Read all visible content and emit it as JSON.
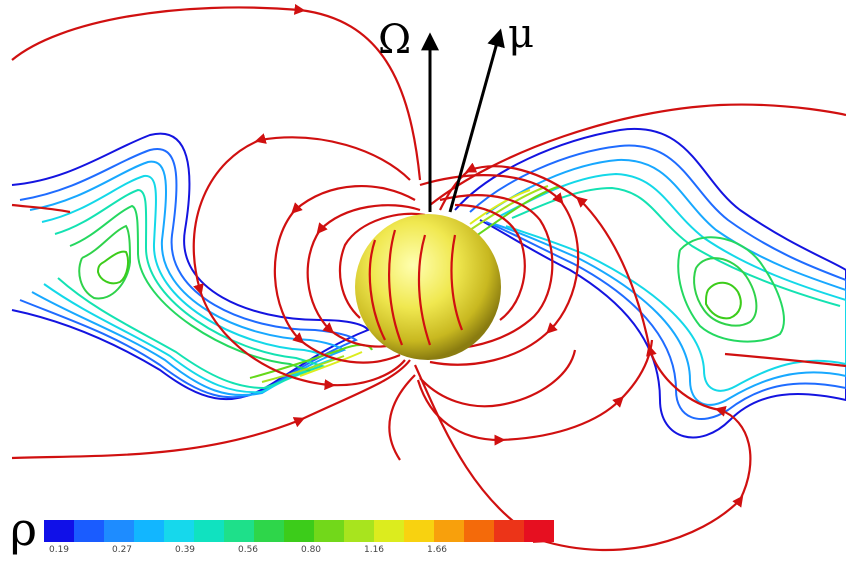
{
  "vectors": {
    "omega": {
      "symbol": "Ω"
    },
    "mu": {
      "symbol": "μ"
    }
  },
  "colorbar": {
    "symbol": "ρ",
    "colors": [
      "#1010e8",
      "#1a5cff",
      "#1e8cff",
      "#12b6ff",
      "#16d8ec",
      "#10e2c0",
      "#1ee08a",
      "#2ed64a",
      "#3ccc1a",
      "#72d81a",
      "#a8e41e",
      "#dcec1e",
      "#f8d210",
      "#f8a00c",
      "#f46a0a",
      "#ec3418",
      "#e60f20"
    ],
    "ticks": [
      "0.19",
      "0.27",
      "0.39",
      "0.56",
      "0.80",
      "1.16",
      "1.66"
    ]
  },
  "colors": {
    "field_lines": "#d01010",
    "star": "#e8e040",
    "arrows": "#000000"
  }
}
